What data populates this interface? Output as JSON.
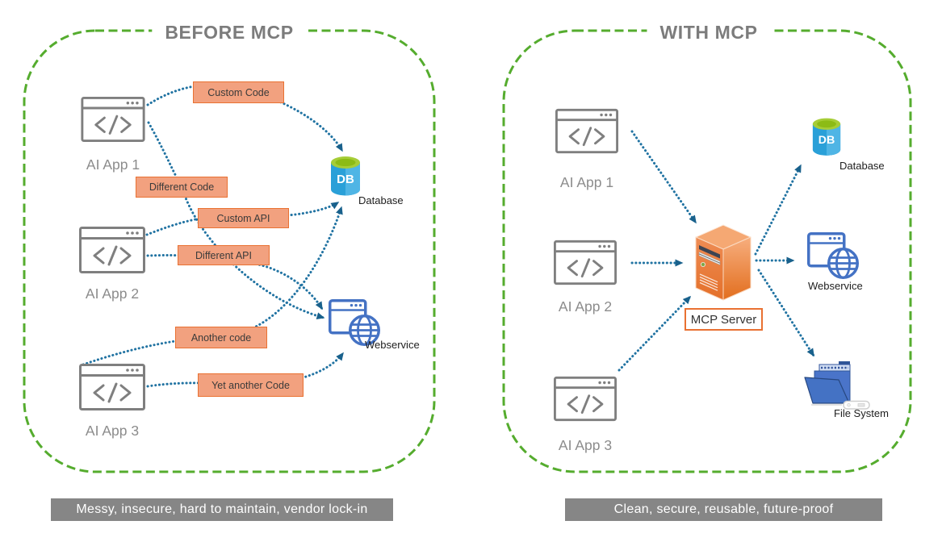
{
  "before": {
    "title": "BEFORE MCP",
    "app1_label": "AI App 1",
    "app2_label": "AI App 2",
    "app3_label": "AI App 3",
    "connections": {
      "custom_code": "Custom Code",
      "different_code": "Different Code",
      "custom_api": "Custom API",
      "different_api": "Different API",
      "another_code": "Another code",
      "yet_another_code": "Yet another Code"
    },
    "database_label": "Database",
    "webservice_label": "Webservice",
    "caption": "Messy, insecure, hard to maintain, vendor lock-in"
  },
  "with_mcp": {
    "title": "WITH MCP",
    "app1_label": "AI App 1",
    "app2_label": "AI App 2",
    "app3_label": "AI App 3",
    "server_label": "MCP Server",
    "database_label": "Database",
    "webservice_label": "Webservice",
    "filesystem_label": "File System",
    "caption": "Clean, secure, reusable, future-proof"
  },
  "icons": {
    "db_text": "DB",
    "app_window": "code-window-icon",
    "database": "database-cylinder-icon",
    "webservice": "browser-globe-icon",
    "server": "server-tower-icon",
    "filesystem": "folder-icon"
  },
  "colors": {
    "panel_border_green": "#55AC2E",
    "arrow_teal": "#2173A2",
    "arrowhead_teal": "#19618C",
    "connection_label_fill": "#F2A17F",
    "connection_label_border": "#E97132",
    "caption_bg": "#868686",
    "title_gray": "#7C7C7C",
    "app_icon_gray": "#7F7F7F",
    "service_blue": "#4472C4",
    "db_blue": "#2AA0D8",
    "db_green": "#A6CD37",
    "server_orange": "#E97132"
  }
}
